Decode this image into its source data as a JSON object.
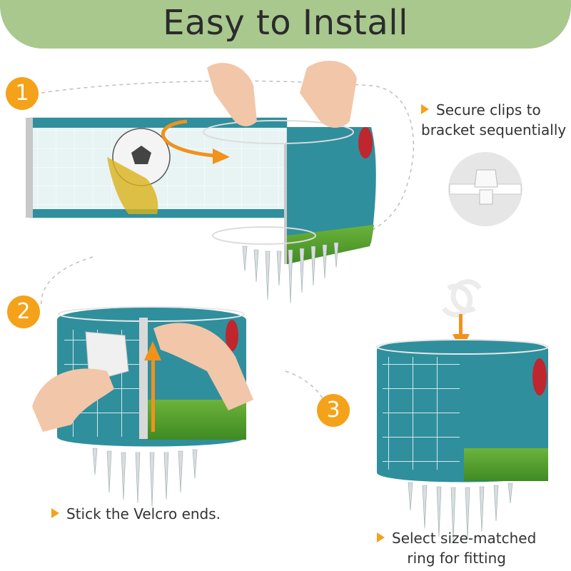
{
  "title": "Easy to Install",
  "steps": [
    {
      "number": "1",
      "caption_line1": "Secure clips to",
      "caption_line2": "bracket sequentially"
    },
    {
      "number": "2",
      "caption": "Stick the Velcro ends."
    },
    {
      "number": "3",
      "caption_line1": "Select size-matched",
      "caption_line2": "ring for fitting"
    }
  ],
  "colors": {
    "banner": "#a8c88e",
    "accent": "#f4a21a",
    "shade_teal": "#2f8f9d",
    "grass": "#4f9d2f",
    "arrow": "#f0921c"
  }
}
